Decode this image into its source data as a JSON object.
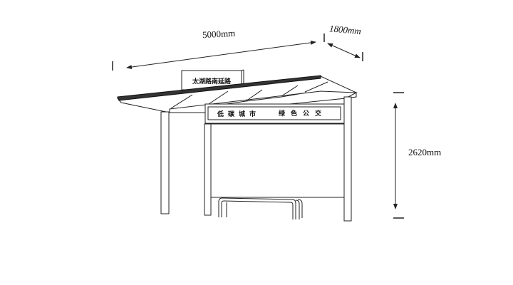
{
  "dimensions": {
    "length": "5000mm",
    "depth": "1800mm",
    "height": "2620mm"
  },
  "signs": {
    "top_sign": "太湖路南延路",
    "panel_banner_left": "低碳城市",
    "panel_banner_right": "绿色公交"
  }
}
